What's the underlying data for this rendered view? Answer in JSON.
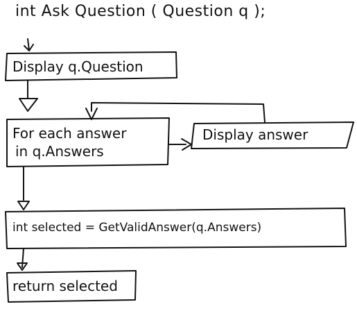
{
  "signature": "int  Ask Question ( Question q );",
  "nodes": {
    "display_question": "Display q.Question",
    "foreach_line1": "For each answer",
    "foreach_line2": "in q.Answers",
    "display_answer": "Display answer",
    "get_valid_answer": "int selected = GetValidAnswer(q.Answers)",
    "return_selected": "return selected"
  },
  "ink_color": "#111111"
}
